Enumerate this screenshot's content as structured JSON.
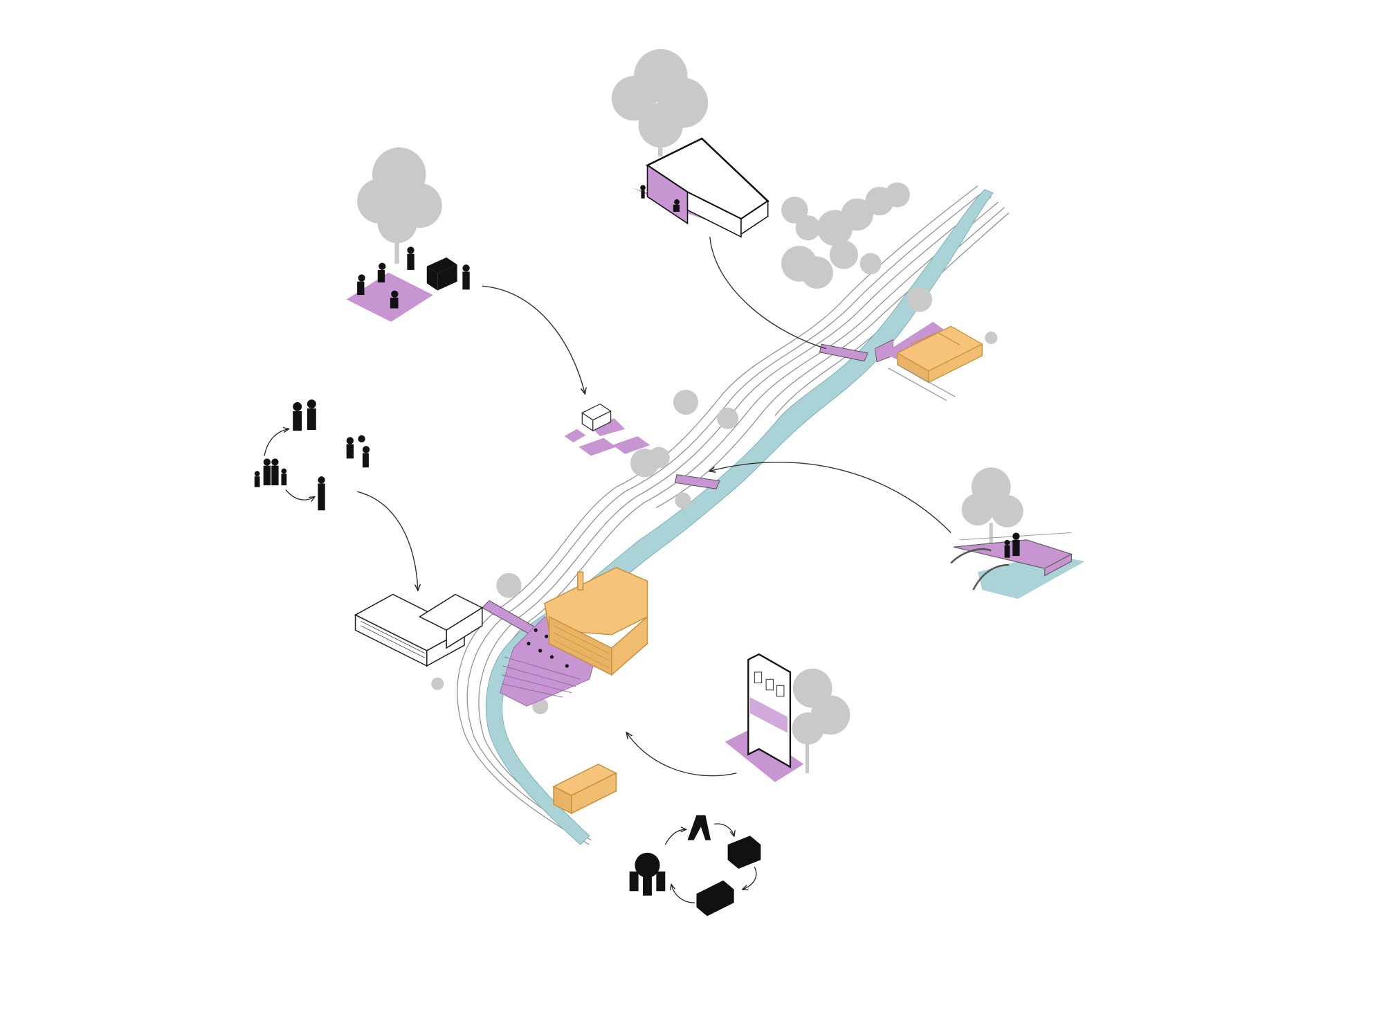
{
  "diagram": {
    "colors": {
      "water": "#a9d3d6",
      "activity": "#c695d2",
      "heritage": "#f5c47a",
      "heritage_stroke": "#c8923c",
      "tree": "#c9c9c9",
      "contour": "#9a9a9a",
      "silhouette": "#111111",
      "outline": "#222222"
    },
    "vignettes": [
      {
        "id": "community-garden",
        "icon": "people-gardening-icon"
      },
      {
        "id": "market-hall",
        "icon": "open-pavilion-icon"
      },
      {
        "id": "social-groups",
        "icon": "families-icon"
      },
      {
        "id": "river-bridge",
        "icon": "footbridge-icon"
      },
      {
        "id": "shopfront",
        "icon": "townhouse-icon"
      },
      {
        "id": "street-furniture",
        "icon": "furniture-cycle-icon"
      }
    ]
  }
}
